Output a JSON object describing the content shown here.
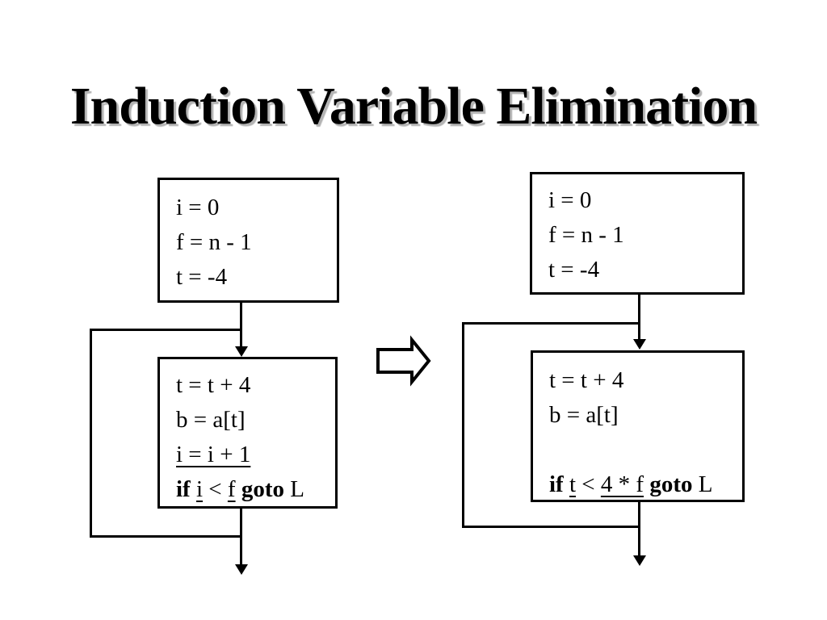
{
  "slide_title": "Induction Variable Elimination",
  "colors": {
    "background": "#ffffff",
    "line": "#000000",
    "text": "#000000",
    "title_shadow": "#b3b3b3",
    "block_arrow_fill": "#ffffff"
  },
  "left_flowchart": {
    "init_block": {
      "lines": [
        "i = 0",
        "f = n - 1",
        "t = -4"
      ]
    },
    "loop_block": {
      "lines": [
        "t = t + 4",
        "b = a[t]"
      ],
      "underlined_line": "i = i + 1",
      "branch_line": {
        "kw_if": "if ",
        "operand1": "i",
        "op": " < ",
        "operand2": "f",
        "space": " ",
        "kw_goto": "goto",
        "target": " L"
      }
    }
  },
  "right_flowchart": {
    "init_block": {
      "lines": [
        "i = 0",
        "f = n - 1",
        "t = -4"
      ]
    },
    "loop_block": {
      "lines": [
        "t = t + 4",
        "b = a[t]"
      ],
      "blank_line": " ",
      "branch_line": {
        "kw_if": "if ",
        "operand1": "t",
        "op": " < ",
        "operand2": "4 * f",
        "space": " ",
        "kw_goto": "goto",
        "target": " L"
      }
    }
  }
}
